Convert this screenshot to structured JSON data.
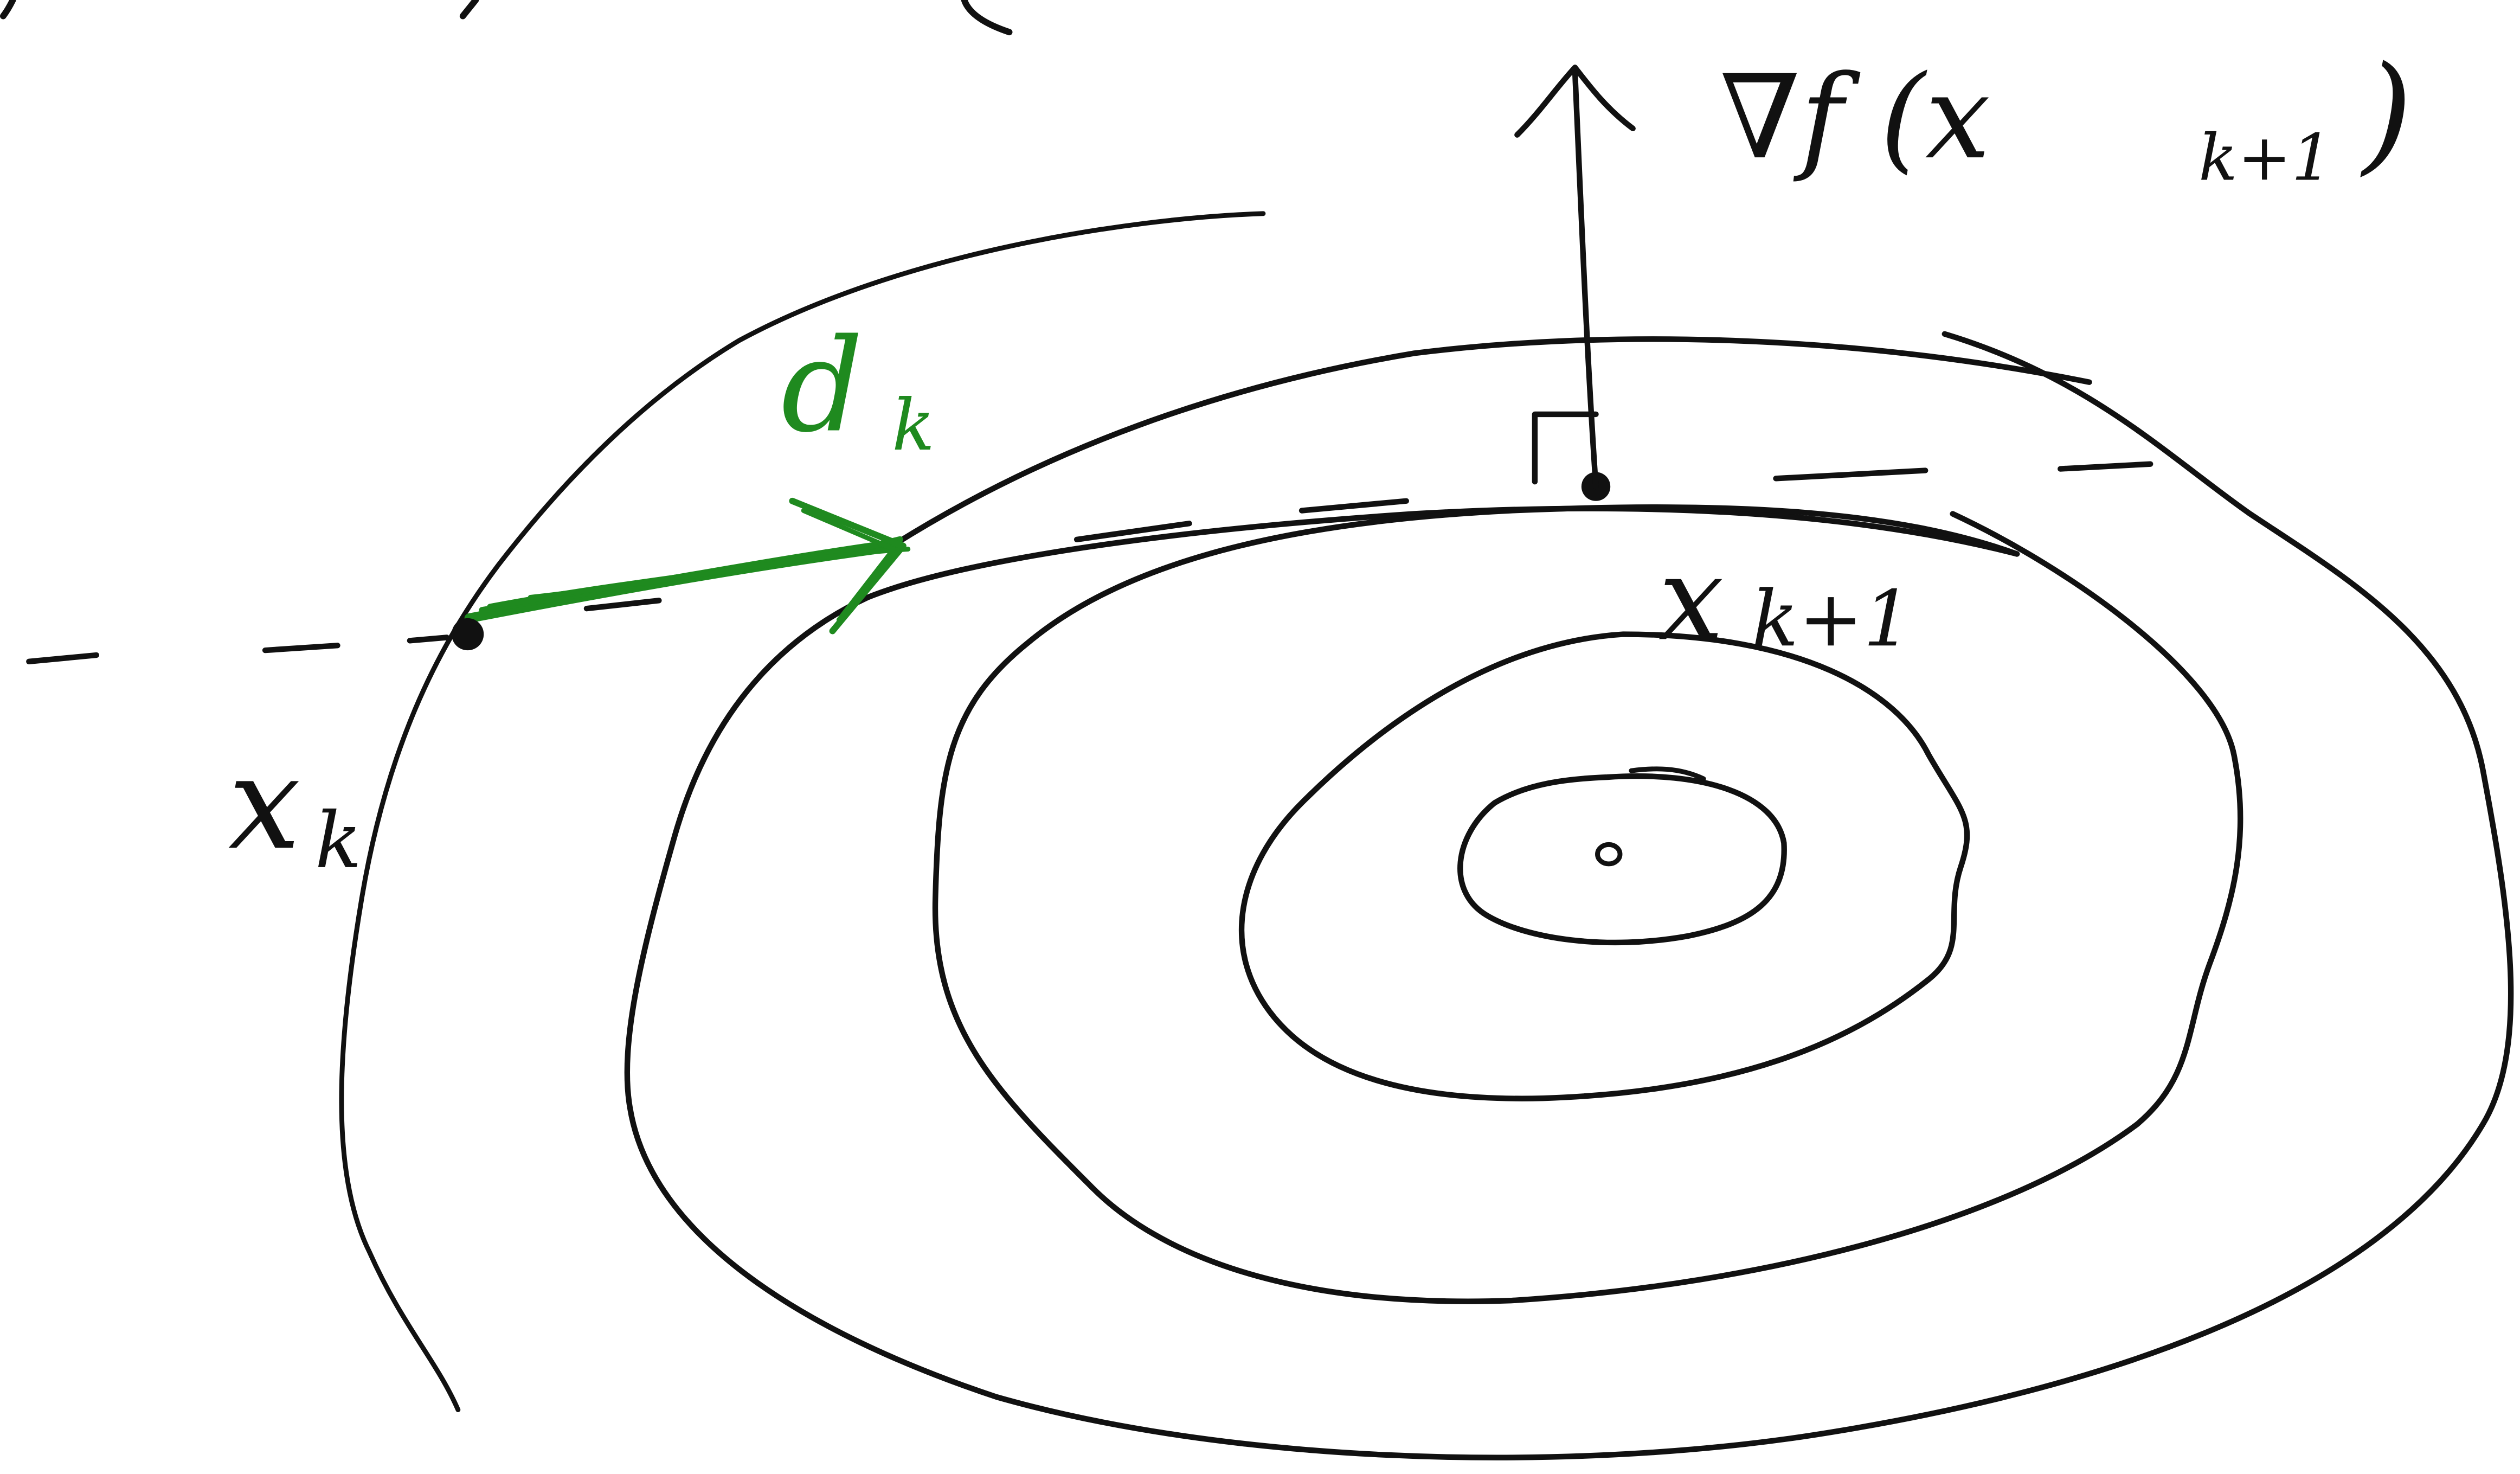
{
  "colors": {
    "background": "#ffffff",
    "ink": "#111111",
    "highlight": "#1f8a1f"
  },
  "labels": {
    "gradient": "∇f (x",
    "gradient_subscript": "k+1",
    "gradient_close": ")",
    "direction": "d",
    "direction_subscript": "k",
    "current_point": "x",
    "current_point_subscript": "k",
    "next_point": "x",
    "next_point_subscript": "k+1"
  }
}
